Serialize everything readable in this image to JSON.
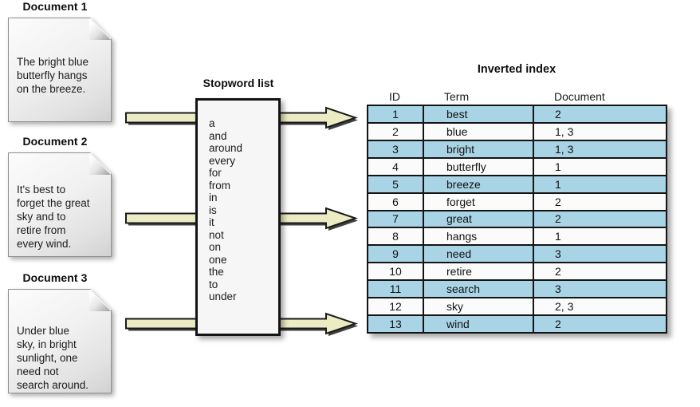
{
  "colors": {
    "row_blue": "#a8d4e6",
    "row_white": "#fbfbfb",
    "arrow_fill": "#ebecc3",
    "arrow_outline": "#1a1a1a",
    "arrow_shadow": "#1f1f1f"
  },
  "documents": [
    {
      "title": "Document 1",
      "text": "The bright blue\nbutterfly hangs\non the breeze."
    },
    {
      "title": "Document 2",
      "text": "It's best to\nforget the great\nsky and to\nretire from\nevery wind."
    },
    {
      "title": "Document 3",
      "text": "Under blue\nsky, in bright\nsunlight, one\nneed not\nsearch around."
    }
  ],
  "stopword_list": {
    "title": "Stopword list",
    "words": [
      "a",
      "and",
      "around",
      "every",
      "for",
      "from",
      "in",
      "is",
      "it",
      "not",
      "on",
      "one",
      "the",
      "to",
      "under"
    ]
  },
  "inverted_index": {
    "title": "Inverted index",
    "columns": [
      "ID",
      "Term",
      "Document"
    ],
    "rows": [
      {
        "id": "1",
        "term": "best",
        "document": "2"
      },
      {
        "id": "2",
        "term": "blue",
        "document": "1, 3"
      },
      {
        "id": "3",
        "term": "bright",
        "document": "1, 3"
      },
      {
        "id": "4",
        "term": "butterfly",
        "document": "1"
      },
      {
        "id": "5",
        "term": "breeze",
        "document": "1"
      },
      {
        "id": "6",
        "term": "forget",
        "document": "2"
      },
      {
        "id": "7",
        "term": "great",
        "document": "2"
      },
      {
        "id": "8",
        "term": "hangs",
        "document": "1"
      },
      {
        "id": "9",
        "term": "need",
        "document": "3"
      },
      {
        "id": "10",
        "term": "retire",
        "document": "2"
      },
      {
        "id": "11",
        "term": "search",
        "document": "3"
      },
      {
        "id": "12",
        "term": "sky",
        "document": "2, 3"
      },
      {
        "id": "13",
        "term": "wind",
        "document": "2"
      }
    ]
  }
}
